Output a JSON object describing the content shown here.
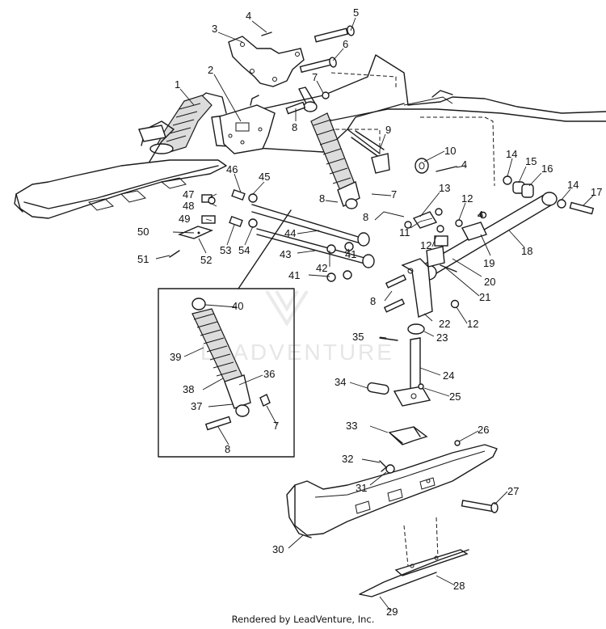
{
  "diagram": {
    "watermark": "LEADVENTURE",
    "footer": "Rendered by LeadVenture, Inc.",
    "callouts": [
      {
        "id": "c1",
        "text": "1"
      },
      {
        "id": "c2",
        "text": "2"
      },
      {
        "id": "c3",
        "text": "3"
      },
      {
        "id": "c4a",
        "text": "4"
      },
      {
        "id": "c5",
        "text": "5"
      },
      {
        "id": "c6",
        "text": "6"
      },
      {
        "id": "c7a",
        "text": "7"
      },
      {
        "id": "c8a",
        "text": "8"
      },
      {
        "id": "c9",
        "text": "9"
      },
      {
        "id": "c10",
        "text": "10"
      },
      {
        "id": "c4b",
        "text": "4"
      },
      {
        "id": "c14a",
        "text": "14"
      },
      {
        "id": "c15",
        "text": "15"
      },
      {
        "id": "c16",
        "text": "16"
      },
      {
        "id": "c14b",
        "text": "14"
      },
      {
        "id": "c17",
        "text": "17"
      },
      {
        "id": "c46",
        "text": "46"
      },
      {
        "id": "c45",
        "text": "45"
      },
      {
        "id": "c47",
        "text": "47"
      },
      {
        "id": "c48",
        "text": "48"
      },
      {
        "id": "c8b",
        "text": "8"
      },
      {
        "id": "c7b",
        "text": "7"
      },
      {
        "id": "c13",
        "text": "13"
      },
      {
        "id": "c12a",
        "text": "12"
      },
      {
        "id": "c4c",
        "text": "4"
      },
      {
        "id": "c8c",
        "text": "8"
      },
      {
        "id": "c11",
        "text": "11"
      },
      {
        "id": "c49",
        "text": "49"
      },
      {
        "id": "c50",
        "text": "50"
      },
      {
        "id": "c53",
        "text": "53"
      },
      {
        "id": "c54",
        "text": "54"
      },
      {
        "id": "c44",
        "text": "44"
      },
      {
        "id": "c12b",
        "text": "12"
      },
      {
        "id": "c19",
        "text": "19"
      },
      {
        "id": "c18",
        "text": "18"
      },
      {
        "id": "c51",
        "text": "51"
      },
      {
        "id": "c52",
        "text": "52"
      },
      {
        "id": "c43",
        "text": "43"
      },
      {
        "id": "c41a",
        "text": "41"
      },
      {
        "id": "c42",
        "text": "42"
      },
      {
        "id": "c41b",
        "text": "41"
      },
      {
        "id": "c20",
        "text": "20"
      },
      {
        "id": "c21",
        "text": "21"
      },
      {
        "id": "c8d",
        "text": "8"
      },
      {
        "id": "c22",
        "text": "22"
      },
      {
        "id": "c12c",
        "text": "12"
      },
      {
        "id": "c40",
        "text": "40"
      },
      {
        "id": "c35",
        "text": "35"
      },
      {
        "id": "c23",
        "text": "23"
      },
      {
        "id": "c39",
        "text": "39"
      },
      {
        "id": "c24",
        "text": "24"
      },
      {
        "id": "c38",
        "text": "38"
      },
      {
        "id": "c36",
        "text": "36"
      },
      {
        "id": "c34",
        "text": "34"
      },
      {
        "id": "c25",
        "text": "25"
      },
      {
        "id": "c37",
        "text": "37"
      },
      {
        "id": "c7c",
        "text": "7"
      },
      {
        "id": "c8e",
        "text": "8"
      },
      {
        "id": "c33",
        "text": "33"
      },
      {
        "id": "c26",
        "text": "26"
      },
      {
        "id": "c32",
        "text": "32"
      },
      {
        "id": "c31",
        "text": "31"
      },
      {
        "id": "c27",
        "text": "27"
      },
      {
        "id": "c30",
        "text": "30"
      },
      {
        "id": "c28",
        "text": "28"
      },
      {
        "id": "c29",
        "text": "29"
      }
    ]
  }
}
